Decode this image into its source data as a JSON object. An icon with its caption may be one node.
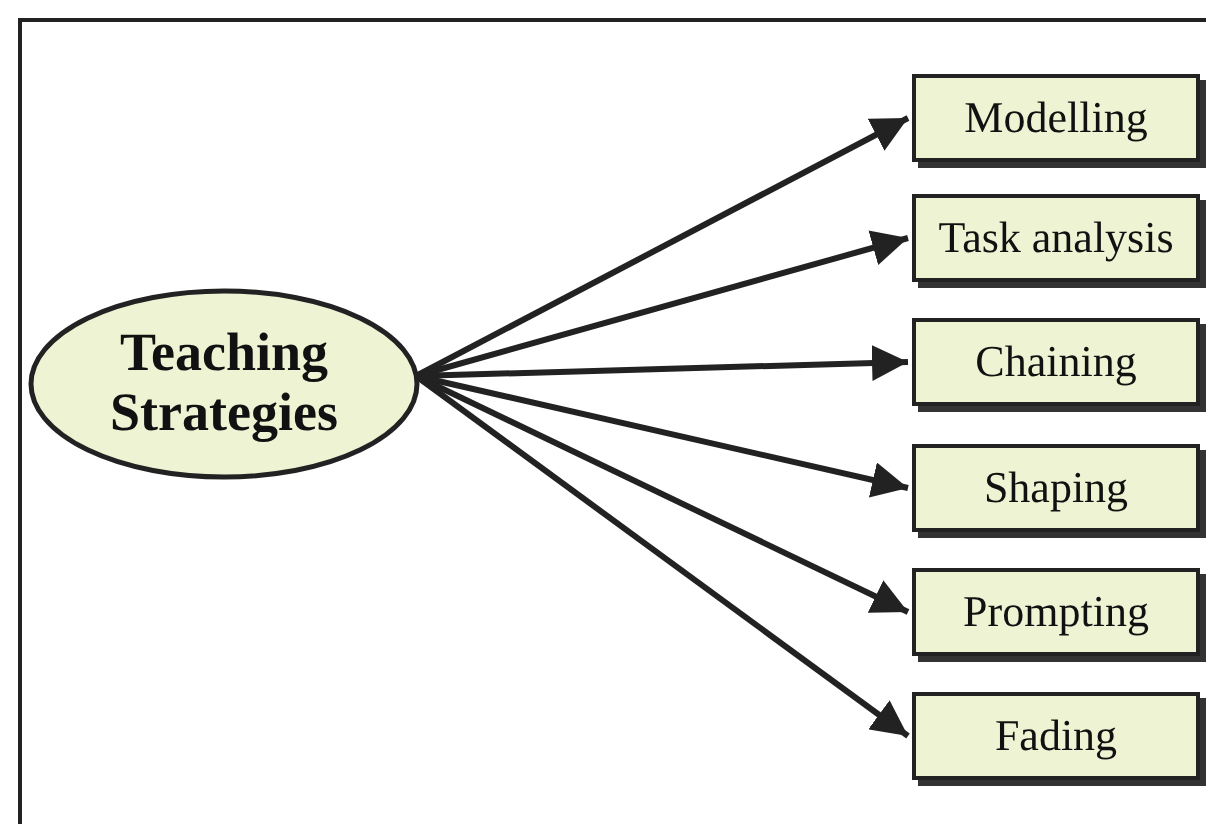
{
  "diagram": {
    "nodes": [
      {
        "text": [
          "Teaching Strategies"
        ]
      },
      {
        "text": [
          "Modelling"
        ]
      },
      {
        "text": [
          "Task analysis"
        ]
      },
      {
        "text": [
          "Chaining"
        ]
      },
      {
        "text": [
          "Shaping"
        ]
      },
      {
        "text": [
          "Prompting"
        ]
      },
      {
        "text": [
          "Fading"
        ]
      }
    ],
    "edges": [
      {
        "from": 0,
        "to": 1,
        "arrow": "to"
      },
      {
        "from": 0,
        "to": 2,
        "arrow": "to"
      },
      {
        "from": 0,
        "to": 3,
        "arrow": "to"
      },
      {
        "from": 0,
        "to": 4,
        "arrow": "to"
      },
      {
        "from": 0,
        "to": 5,
        "arrow": "to"
      },
      {
        "from": 0,
        "to": 6,
        "arrow": "to"
      }
    ]
  }
}
